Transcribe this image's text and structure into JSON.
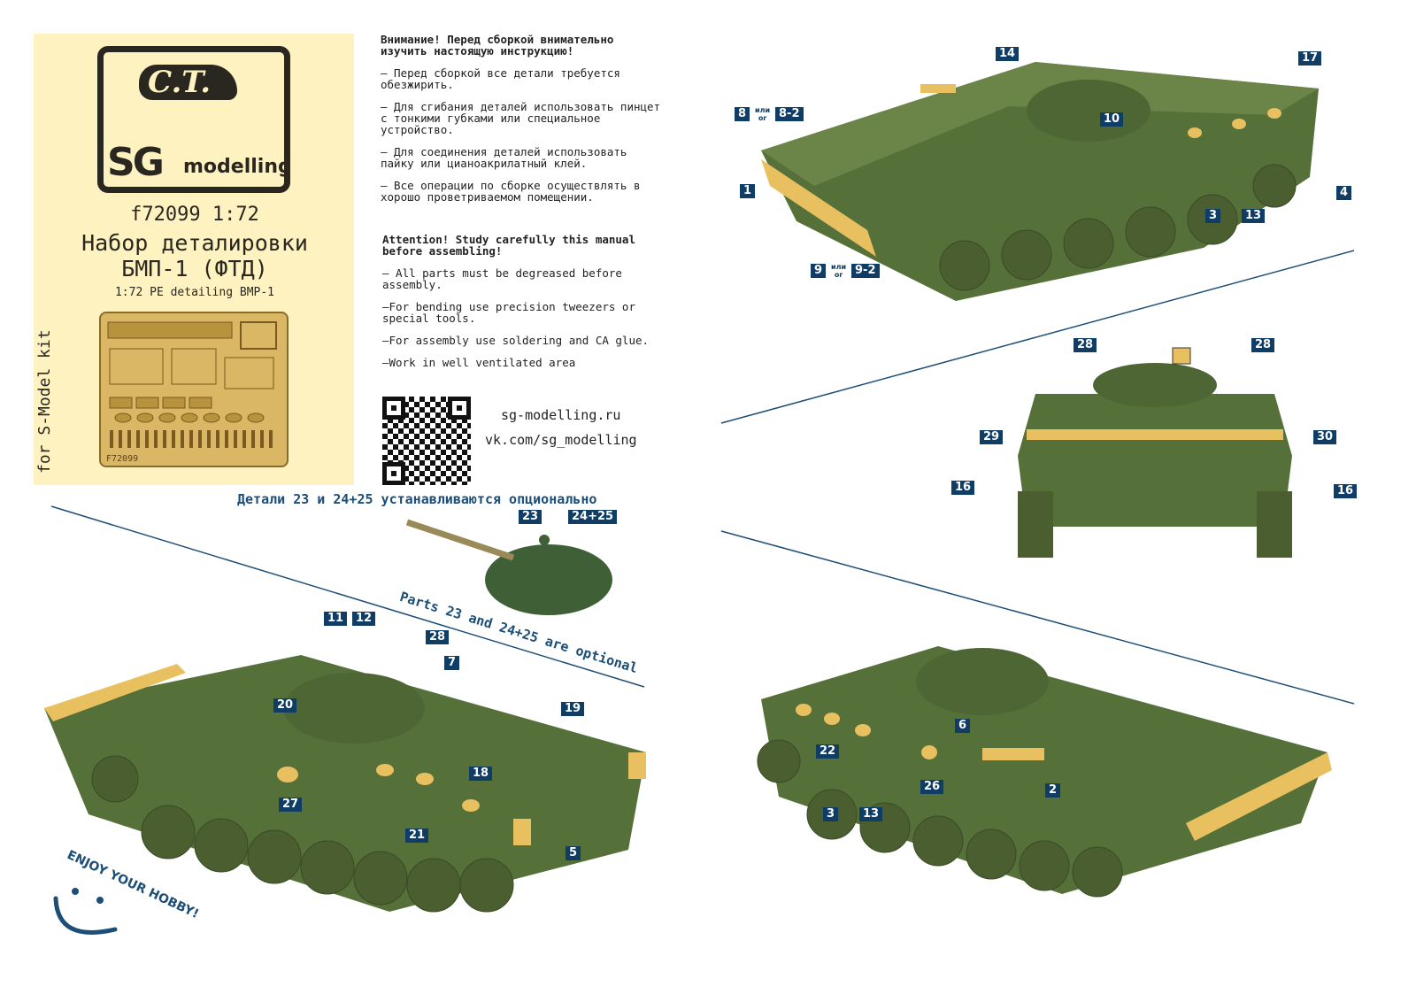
{
  "cover": {
    "logo_initials": "C.T.",
    "logo_brand": "SG",
    "logo_word": "modelling",
    "code": "f72099 1:72",
    "title_line1": "Набор деталировки",
    "title_line2": "БМП-1 (ФТД)",
    "subtitle": "1:72 PE detailing BMP-1",
    "side_text": "for S-Model kit",
    "fret_label": "F72099"
  },
  "instructions_ru": {
    "heading": "Внимание! Перед сборкой внимательно изучить настоящую инструкцию!",
    "items": [
      "– Перед сборкой все детали требуется обезжирить.",
      "– Для сгибания деталей использовать пинцет с тонкими губками или специальное устройство.",
      "– Для соединения деталей использовать пайку или цианоакрилатный клей.",
      "– Все операции по сборке осуществлять в хорошо проветриваемом помещении."
    ]
  },
  "instructions_en": {
    "heading": "Attention! Study carefully this manual before assembling!",
    "items": [
      "– All parts must be degreased before assembly.",
      "–For bending use precision tweezers or special tools.",
      "–For assembly use soldering and CA glue.",
      "–Work in well ventilated area"
    ]
  },
  "links": {
    "site": "sg-modelling.ru",
    "vk": "vk.com/sg_modelling"
  },
  "optional_note_ru": "Детали 23 и 24+25 устанавливаются опционально",
  "optional_note_en": "Parts 23 and 24+25 are optional",
  "enjoy": "ENJOY YOUR HOBBY!",
  "or_word": "или\nor",
  "callouts": [
    "14",
    "17",
    "8",
    "8-2",
    "10",
    "1",
    "4",
    "3",
    "13",
    "9",
    "9-2",
    "28",
    "28",
    "29",
    "30",
    "16",
    "16",
    "23",
    "24+25",
    "11",
    "12",
    "28",
    "7",
    "20",
    "19",
    "18",
    "27",
    "21",
    "5",
    "6",
    "22",
    "26",
    "2",
    "3",
    "13"
  ],
  "colors": {
    "cover": "#fdf2c0",
    "callout": "#0f3d66",
    "model_green": "#56703a",
    "pe_brass": "#e8c060"
  }
}
